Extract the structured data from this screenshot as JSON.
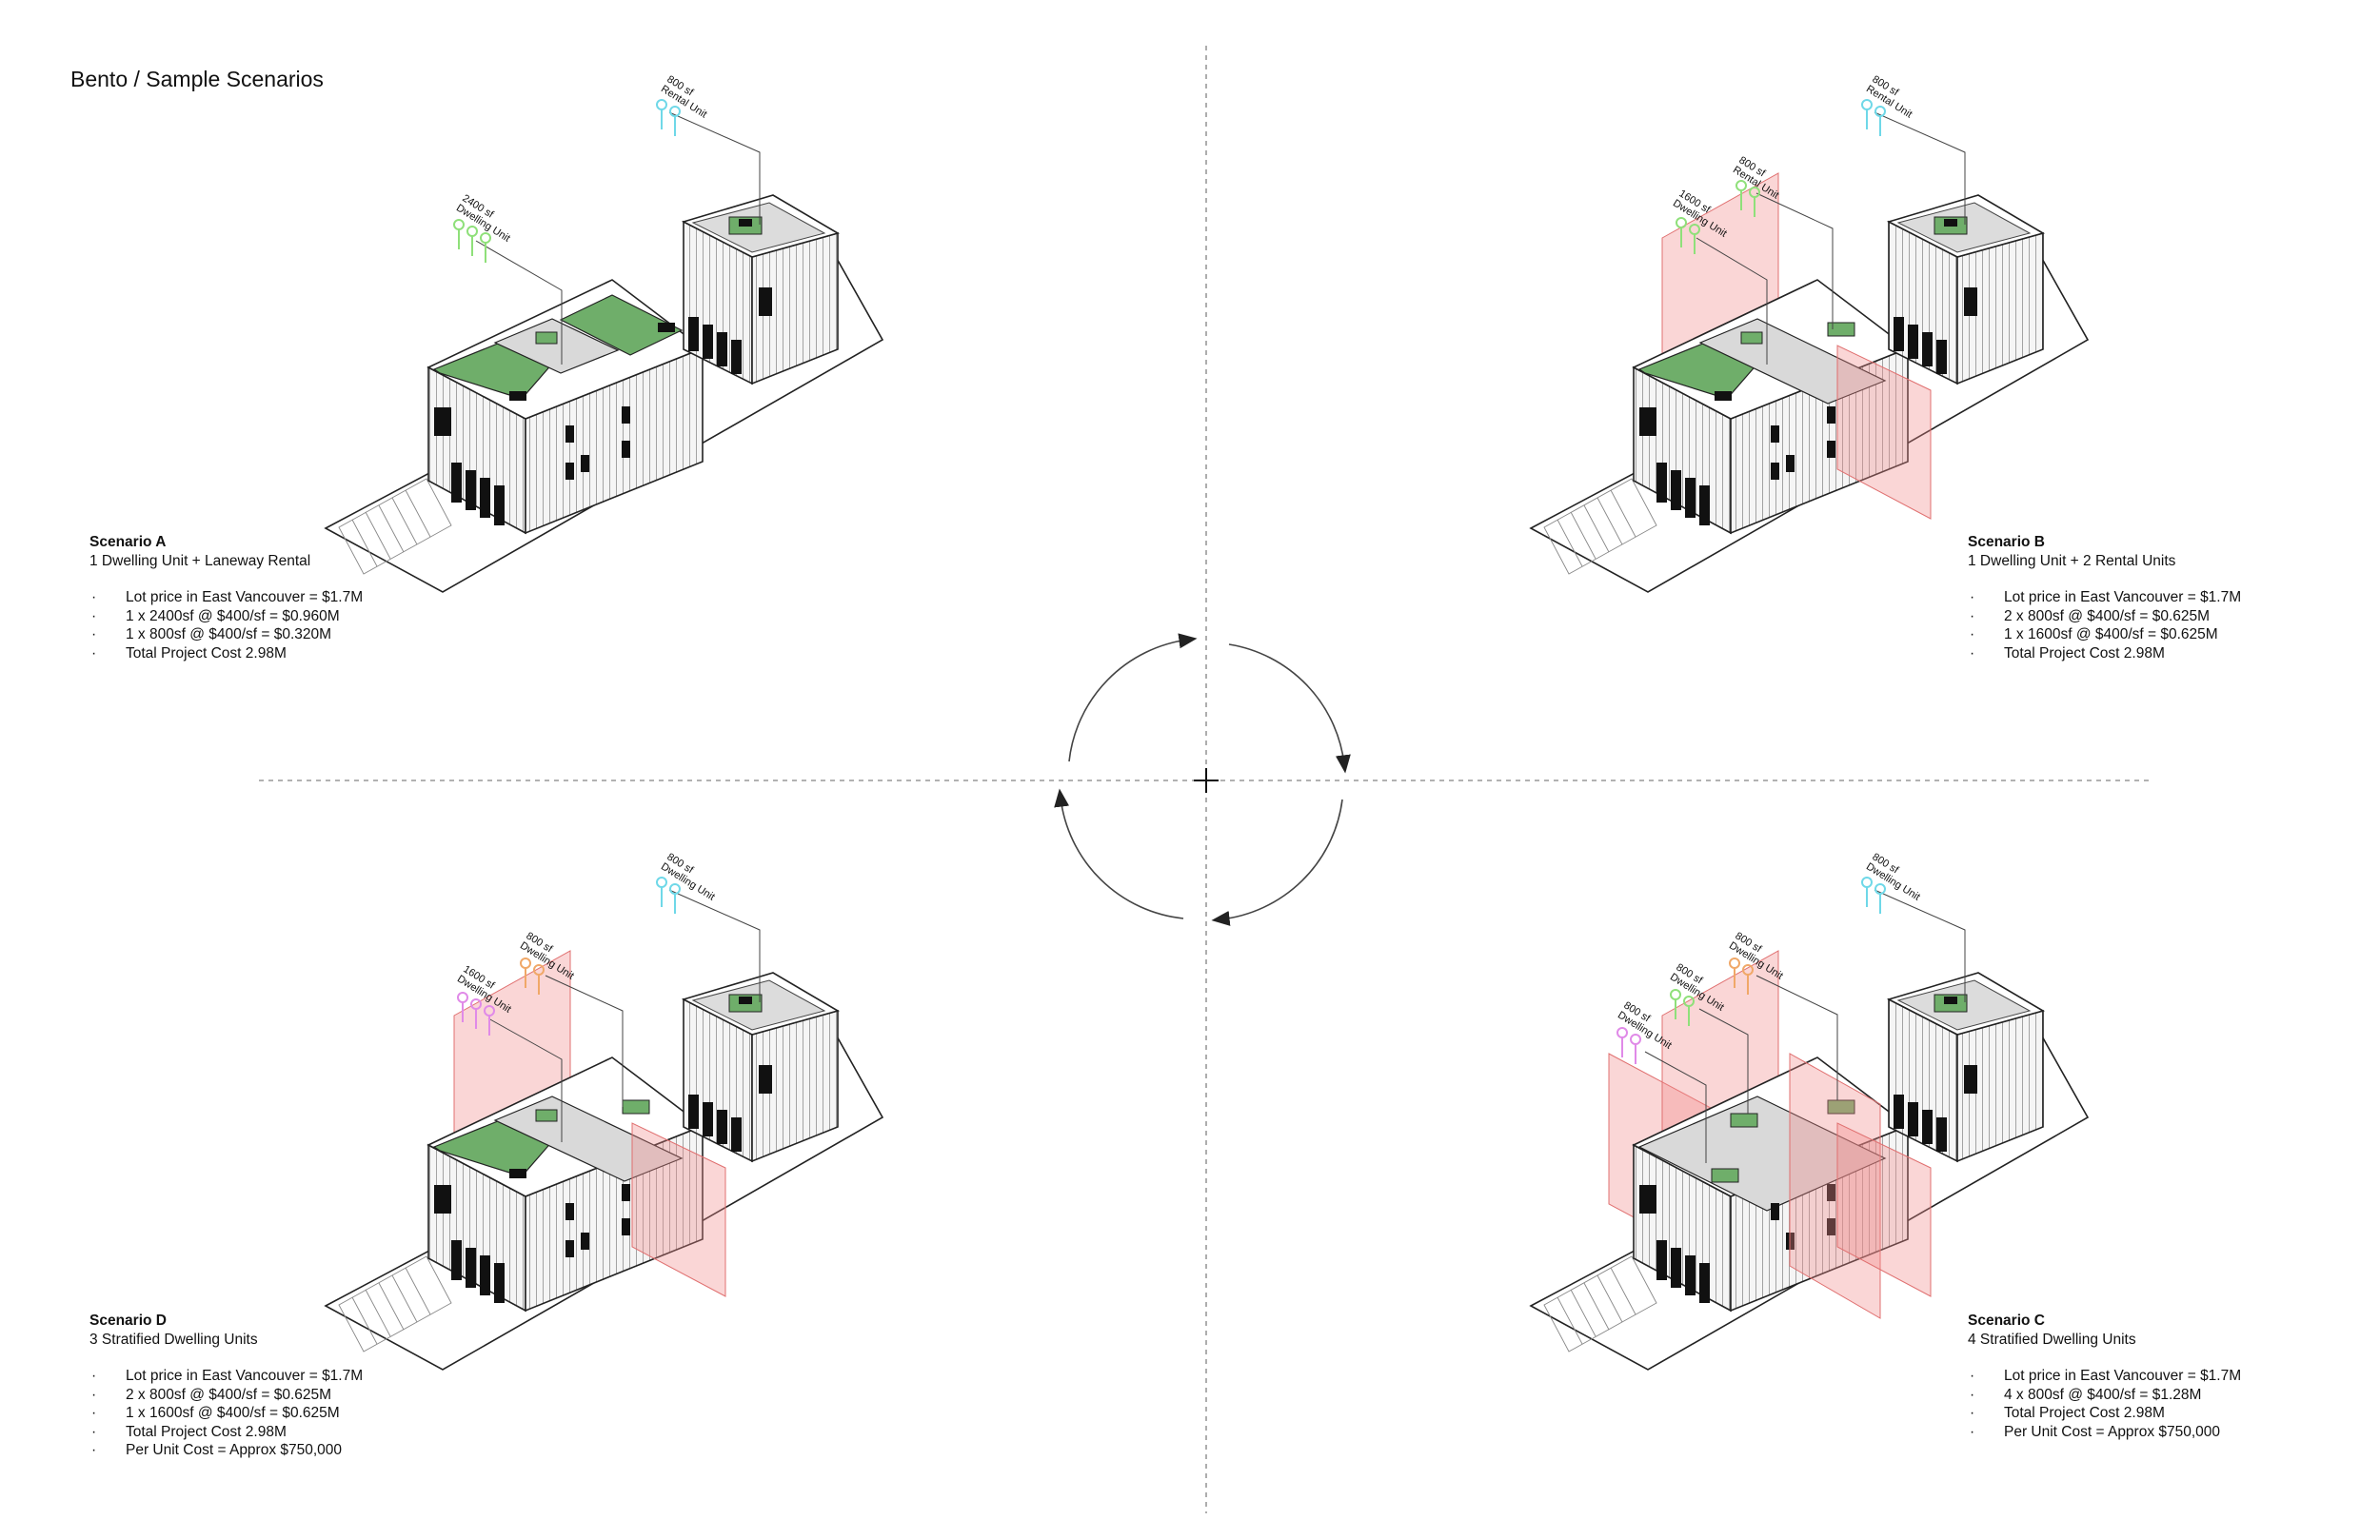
{
  "title": "Bento / Sample Scenarios",
  "scenarios": {
    "a": {
      "name": "Scenario A",
      "subtitle": "1 Dwelling Unit + Laneway Rental",
      "items": [
        "Lot price in East Vancouver = $1.7M",
        "1 x 2400sf @ $400/sf = $0.960M",
        "1 x 800sf @ $400/sf = $0.320M",
        "Total Project Cost 2.98M"
      ],
      "units": [
        {
          "area": "2400 sf",
          "type": "Dwelling Unit",
          "color": "#8fe07a"
        },
        {
          "area": "800 sf",
          "type": "Rental Unit",
          "color": "#6fd8e8"
        }
      ]
    },
    "b": {
      "name": "Scenario B",
      "subtitle": "1 Dwelling Unit + 2 Rental Units",
      "items": [
        "Lot price in East Vancouver = $1.7M",
        "2 x 800sf @ $400/sf = $0.625M",
        "1 x 1600sf @ $400/sf = $0.625M",
        "Total Project Cost 2.98M"
      ],
      "units": [
        {
          "area": "1600 sf",
          "type": "Dwelling Unit",
          "color": "#8fe07a"
        },
        {
          "area": "800 sf",
          "type": "Rental Unit",
          "color": "#8fe07a"
        },
        {
          "area": "800 sf",
          "type": "Rental Unit",
          "color": "#6fd8e8"
        }
      ]
    },
    "c": {
      "name": "Scenario C",
      "subtitle": "4 Stratified Dwelling Units",
      "items": [
        "Lot price in East Vancouver = $1.7M",
        "4 x 800sf @ $400/sf = $1.28M",
        "Total Project Cost 2.98M",
        "Per Unit Cost  = Approx $750,000"
      ],
      "units": [
        {
          "area": "800 sf",
          "type": "Dwelling Unit",
          "color": "#e08ae8"
        },
        {
          "area": "800 sf",
          "type": "Dwelling Unit",
          "color": "#8fe07a"
        },
        {
          "area": "800 sf",
          "type": "Dwelling Unit",
          "color": "#f0a868"
        },
        {
          "area": "800 sf",
          "type": "Dwelling Unit",
          "color": "#6fd8e8"
        }
      ]
    },
    "d": {
      "name": "Scenario D",
      "subtitle": "3 Stratified Dwelling Units",
      "items": [
        "Lot price in East Vancouver = $1.7M",
        "2 x 800sf @ $400/sf = $0.625M",
        "1 x 1600sf @ $400/sf = $0.625M",
        "Total Project Cost 2.98M",
        "Per Unit Cost  = Approx $750,000"
      ],
      "units": [
        {
          "area": "1600 sf",
          "type": "Dwelling Unit",
          "color": "#e08ae8"
        },
        {
          "area": "800 sf",
          "type": "Dwelling Unit",
          "color": "#f0a868"
        },
        {
          "area": "800 sf",
          "type": "Dwelling Unit",
          "color": "#6fd8e8"
        }
      ]
    }
  },
  "colors": {
    "roof": "#6fae6a",
    "facade": "#f4f4f4",
    "party_wall": "#f08a8a",
    "lines": "#222222",
    "guides": "#999999"
  },
  "icons": [
    "cycle-arrows-icon",
    "crosshair-icon",
    "people-icon"
  ]
}
